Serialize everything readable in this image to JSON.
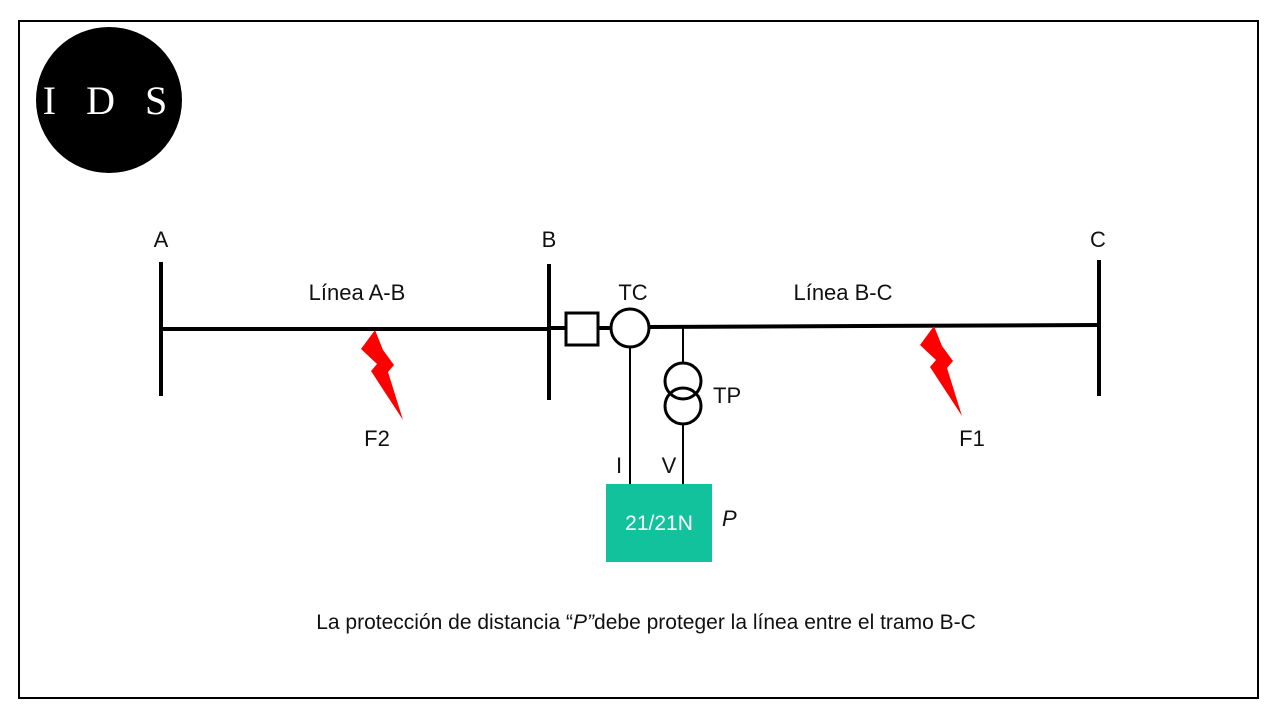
{
  "logo": {
    "text": "I D S",
    "color": "#000000"
  },
  "buses": {
    "a": "A",
    "b": "B",
    "c": "C"
  },
  "lines": {
    "ab": "Línea A-B",
    "bc": "Línea B-C"
  },
  "instruments": {
    "ct": "TC",
    "pt": "TP",
    "current": "I",
    "voltage": "V"
  },
  "faults": {
    "f1": "F1",
    "f2": "F2",
    "color": "#ff0000"
  },
  "relay": {
    "label": "21/21N",
    "name": "P",
    "color": "#12c29c"
  },
  "caption": {
    "before": "La protección de distancia “",
    "name": "P”",
    "after": "debe proteger la línea entre el tramo B-C"
  }
}
